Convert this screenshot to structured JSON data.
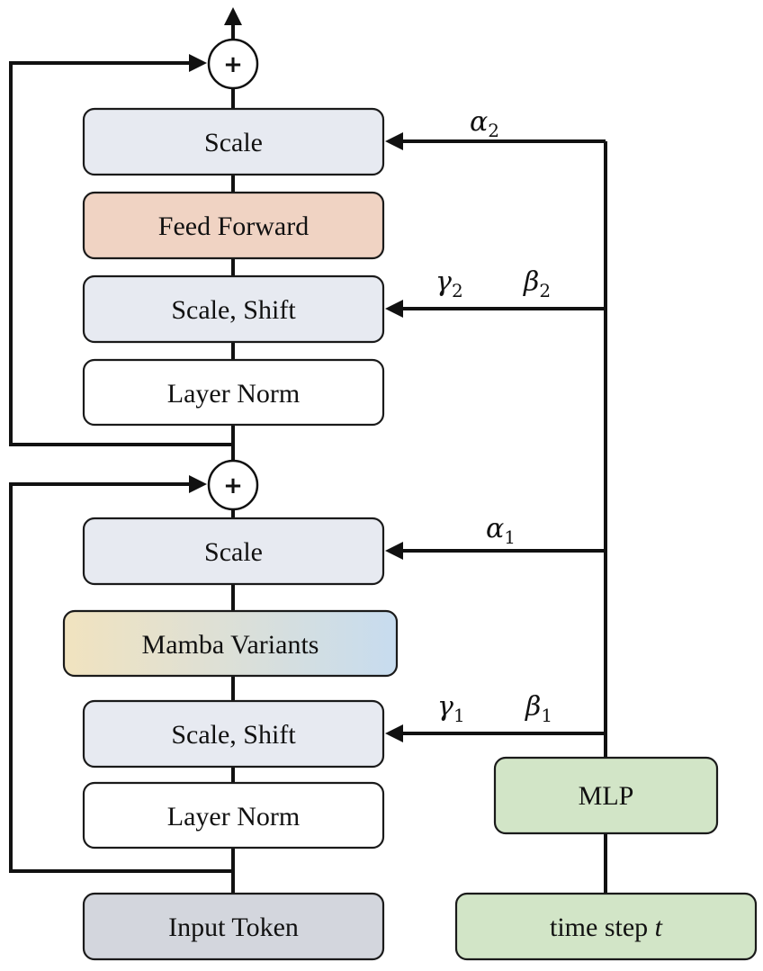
{
  "colors": {
    "norm_box": "#e7eaf1",
    "feed_forward": "#f0d3c3",
    "layer_norm": "#ffffff",
    "mamba_start": "#f1e3bf",
    "mamba_end": "#c7dcef",
    "input_token": "#d3d6dd",
    "mlp": "#d2e5c7",
    "line": "#111111"
  },
  "blocks": {
    "upper_scale": "Scale",
    "feed_forward": "Feed Forward",
    "upper_scale_shift": "Scale, Shift",
    "upper_layer_norm": "Layer Norm",
    "lower_scale": "Scale",
    "mamba_variants": "Mamba Variants",
    "lower_scale_shift": "Scale, Shift",
    "lower_layer_norm": "Layer Norm",
    "input_token": "Input Token",
    "mlp": "MLP",
    "time_step_prefix": "time step ",
    "time_step_var": "t"
  },
  "symbols": {
    "plus": "+",
    "alpha2": {
      "base": "α",
      "sub": "2"
    },
    "gamma2": {
      "base": "γ",
      "sub": "2"
    },
    "beta2": {
      "base": "β",
      "sub": "2"
    },
    "alpha1": {
      "base": "α",
      "sub": "1"
    },
    "gamma1": {
      "base": "γ",
      "sub": "1"
    },
    "beta1": {
      "base": "β",
      "sub": "1"
    }
  }
}
